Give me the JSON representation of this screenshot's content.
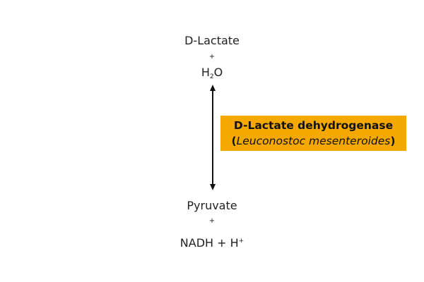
{
  "substrates": {
    "first": "D-Lactate",
    "plus": "+",
    "water_base": "H",
    "water_sub": "2",
    "water_end": "O"
  },
  "products": {
    "first": "Pyruvate",
    "plus": "+",
    "nadh": "NADH + H",
    "nadh_sup": "+"
  },
  "enzyme": {
    "name": "D-Lactate dehydrogenase",
    "open_paren": "(",
    "organism": "Leuconostoc mesenteroides",
    "close_paren": ")"
  },
  "colors": {
    "enzyme_box": "#f5a800",
    "arrow": "#111111"
  }
}
